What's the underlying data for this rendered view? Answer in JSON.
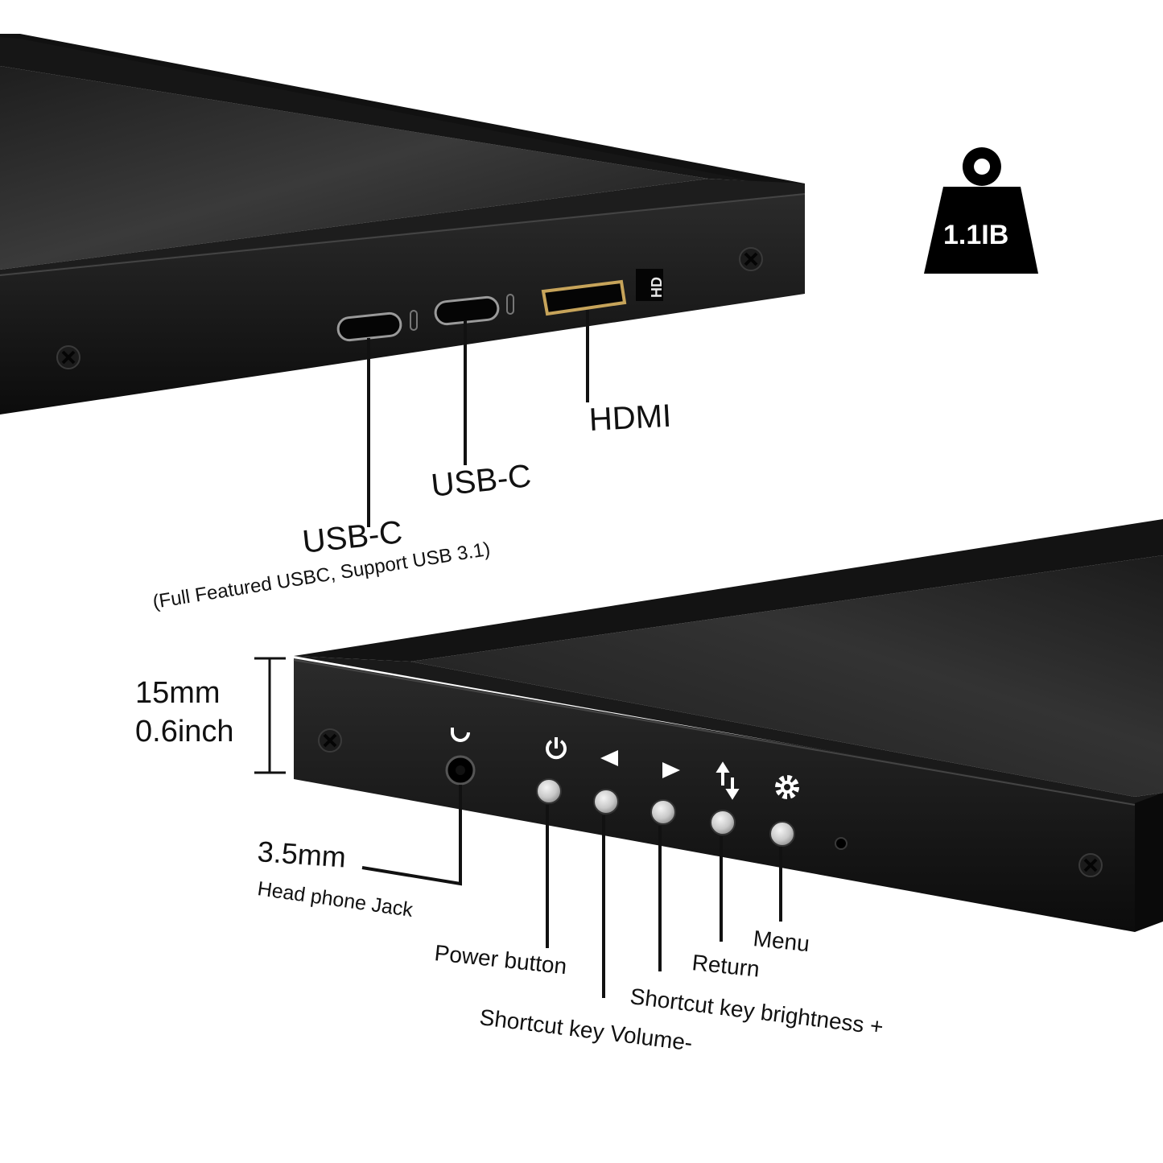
{
  "weight_badge": {
    "text": "1.1IB",
    "icon": "weight-icon"
  },
  "ports": {
    "hd_mark": "HD",
    "hdmi_label": "HDMI",
    "usbc_label_a": "USB-C",
    "usbc_label_b": "USB-C",
    "usbc_note": "(Full Featured USBC, Support USB 3.1)"
  },
  "thickness": {
    "mm": "15mm",
    "inch": "0.6inch"
  },
  "controls": {
    "jack_size": "3.5mm",
    "jack_label": "Head phone Jack",
    "power": "Power button",
    "volume": "Shortcut key Volume-",
    "brightness": "Shortcut key brightness +",
    "return": "Return",
    "menu": "Menu",
    "icons": [
      "headphone-icon",
      "power-icon",
      "left-triangle-icon",
      "right-triangle-icon",
      "refresh-icon",
      "gear-icon"
    ]
  },
  "colors": {
    "bezel": "#141414",
    "screen": "#2a2a2a",
    "frame": "#0d0d0d",
    "port_gold": "#c7a45a"
  }
}
